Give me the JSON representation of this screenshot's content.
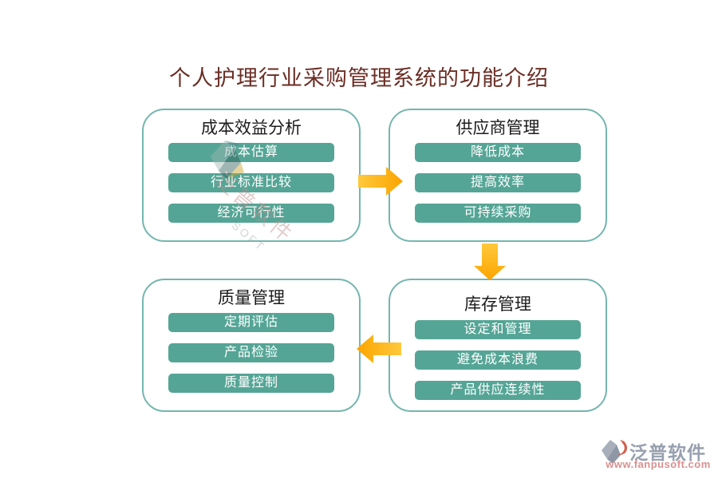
{
  "title": "个人护理行业采购管理系统的功能介绍",
  "boxes": [
    {
      "title": "成本效益分析",
      "items": [
        "成本估算",
        "行业标准比较",
        "经济可行性"
      ]
    },
    {
      "title": "供应商管理",
      "items": [
        "降低成本",
        "提高效率",
        "可持续采购"
      ]
    },
    {
      "title": "质量管理",
      "items": [
        "定期评估",
        "产品检验",
        "质量控制"
      ]
    },
    {
      "title": "库存管理",
      "items": [
        "设定和管理",
        "避免成本浪费",
        "产品供应连续性"
      ]
    }
  ],
  "arrows": [
    {
      "from": "成本效益分析",
      "to": "供应商管理",
      "direction": "right"
    },
    {
      "from": "供应商管理",
      "to": "库存管理",
      "direction": "down"
    },
    {
      "from": "库存管理",
      "to": "质量管理",
      "direction": "left"
    }
  ],
  "watermark": {
    "text": "泛普软件",
    "subtext": "SOFT"
  },
  "footer": {
    "brand": "泛普软件",
    "url": "www.fanpusoft.com"
  },
  "colors": {
    "pill_background": "#55a596",
    "box_border": "#74b6ae",
    "arrow_gradient_start": "#ffc93c",
    "arrow_gradient_end": "#fca400",
    "title_text": "#6b2e25",
    "brand_text": "#97a0af",
    "brand_url_text": "#d9908e"
  }
}
